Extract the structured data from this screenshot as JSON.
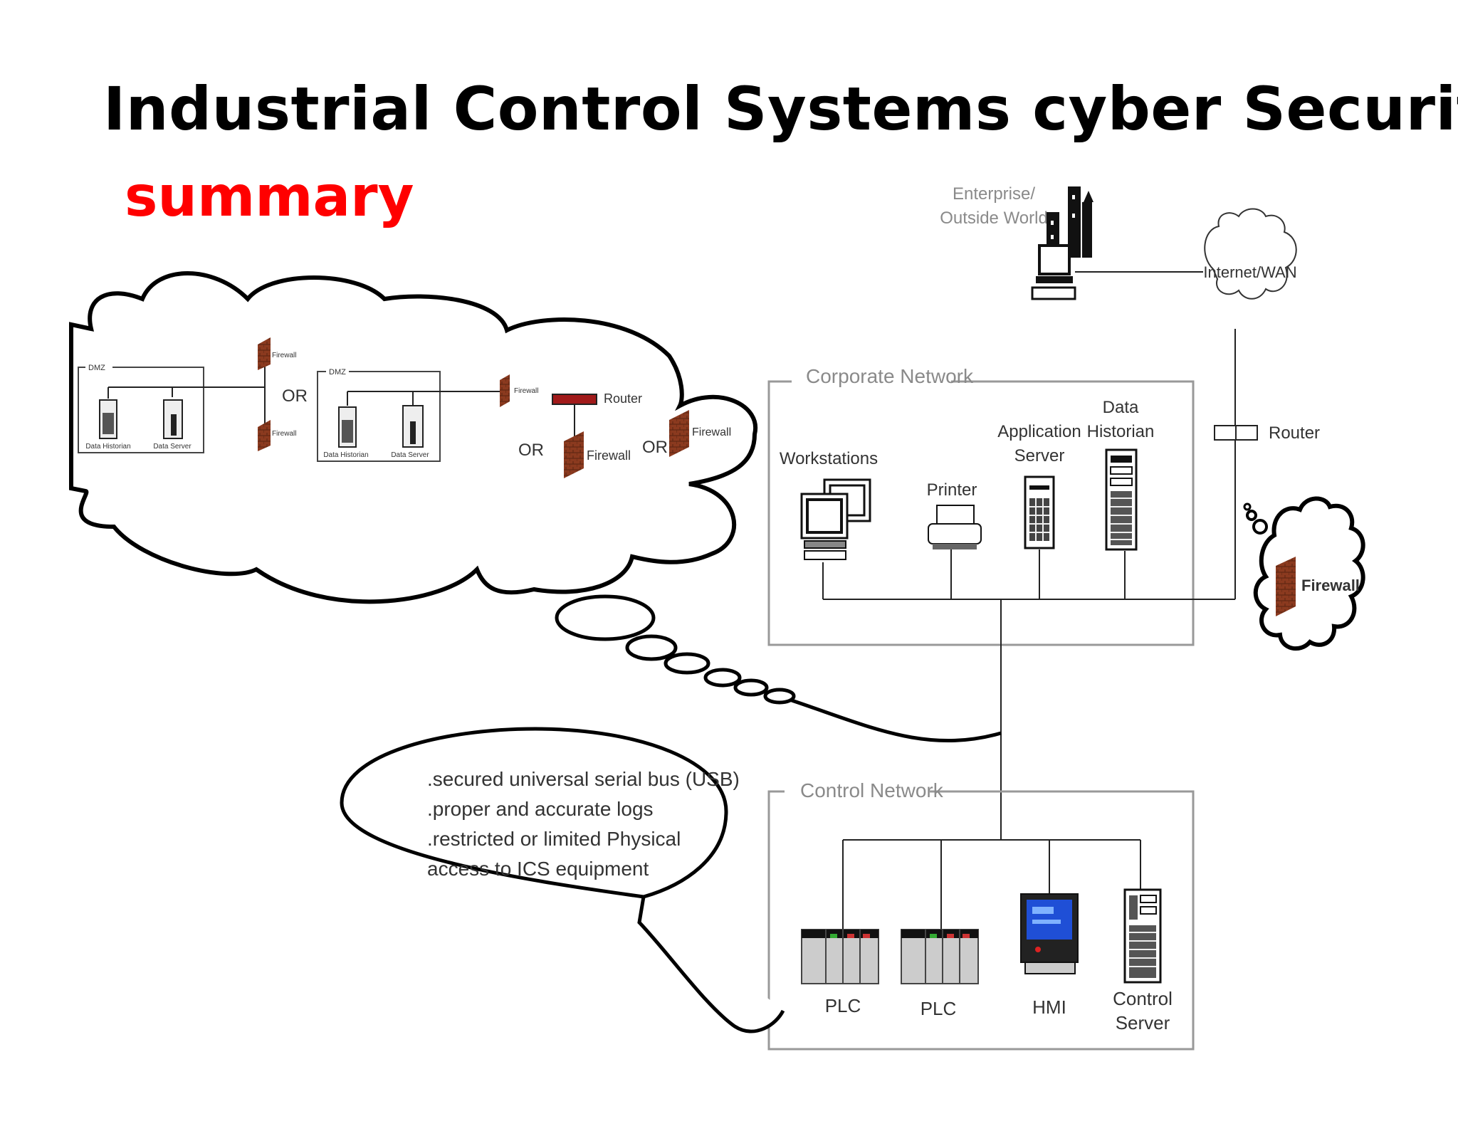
{
  "slide": {
    "title": "Industrial Control Systems cyber Security",
    "subtitle": "summary",
    "subtitle_color": "#ff0000"
  },
  "network": {
    "enterprise_label_1": "Enterprise/",
    "enterprise_label_2": "Outside World",
    "internet_label": "Internet/WAN",
    "router_label": "Router",
    "firewall_label": "Firewall",
    "corporate_network_label": "Corporate Network",
    "workstations_label": "Workstations",
    "printer_label": "Printer",
    "app_server_label_1": "Application",
    "app_server_label_2": "Server",
    "data_historian_label_1": "Data",
    "data_historian_label_2": "Historian",
    "control_network_label": "Control Network",
    "plc1_label": "PLC",
    "plc2_label": "PLC",
    "hmi_label": "HMI",
    "control_server_label_1": "Control",
    "control_server_label_2": "Server"
  },
  "thought_cloud": {
    "dmz1_label": "DMZ",
    "dmz1_historian": "Data Historian",
    "dmz1_server": "Data Server",
    "fw_top_label": "Firewall",
    "fw_bottom_label": "Firewall",
    "or_1": "OR",
    "dmz2_label": "DMZ",
    "dmz2_historian": "Data Historian",
    "dmz2_server": "Data Server",
    "fw_mid_label": "Firewall",
    "router_label": "Router",
    "or_2": "OR",
    "firewall_label": "Firewall",
    "or_3": "OR",
    "firewall_right_label": "Firewall"
  },
  "speech_bubble": {
    "line_1": ".secured universal serial bus (USB)",
    "line_2": ".proper and accurate logs",
    "line_3": ".restricted or limited Physical",
    "line_4": "access to ICS equipment"
  },
  "colors": {
    "firewall_brick": "#8b3a1f",
    "router_red": "#a11a1a",
    "hmi_screen": "#1f4fd6"
  }
}
